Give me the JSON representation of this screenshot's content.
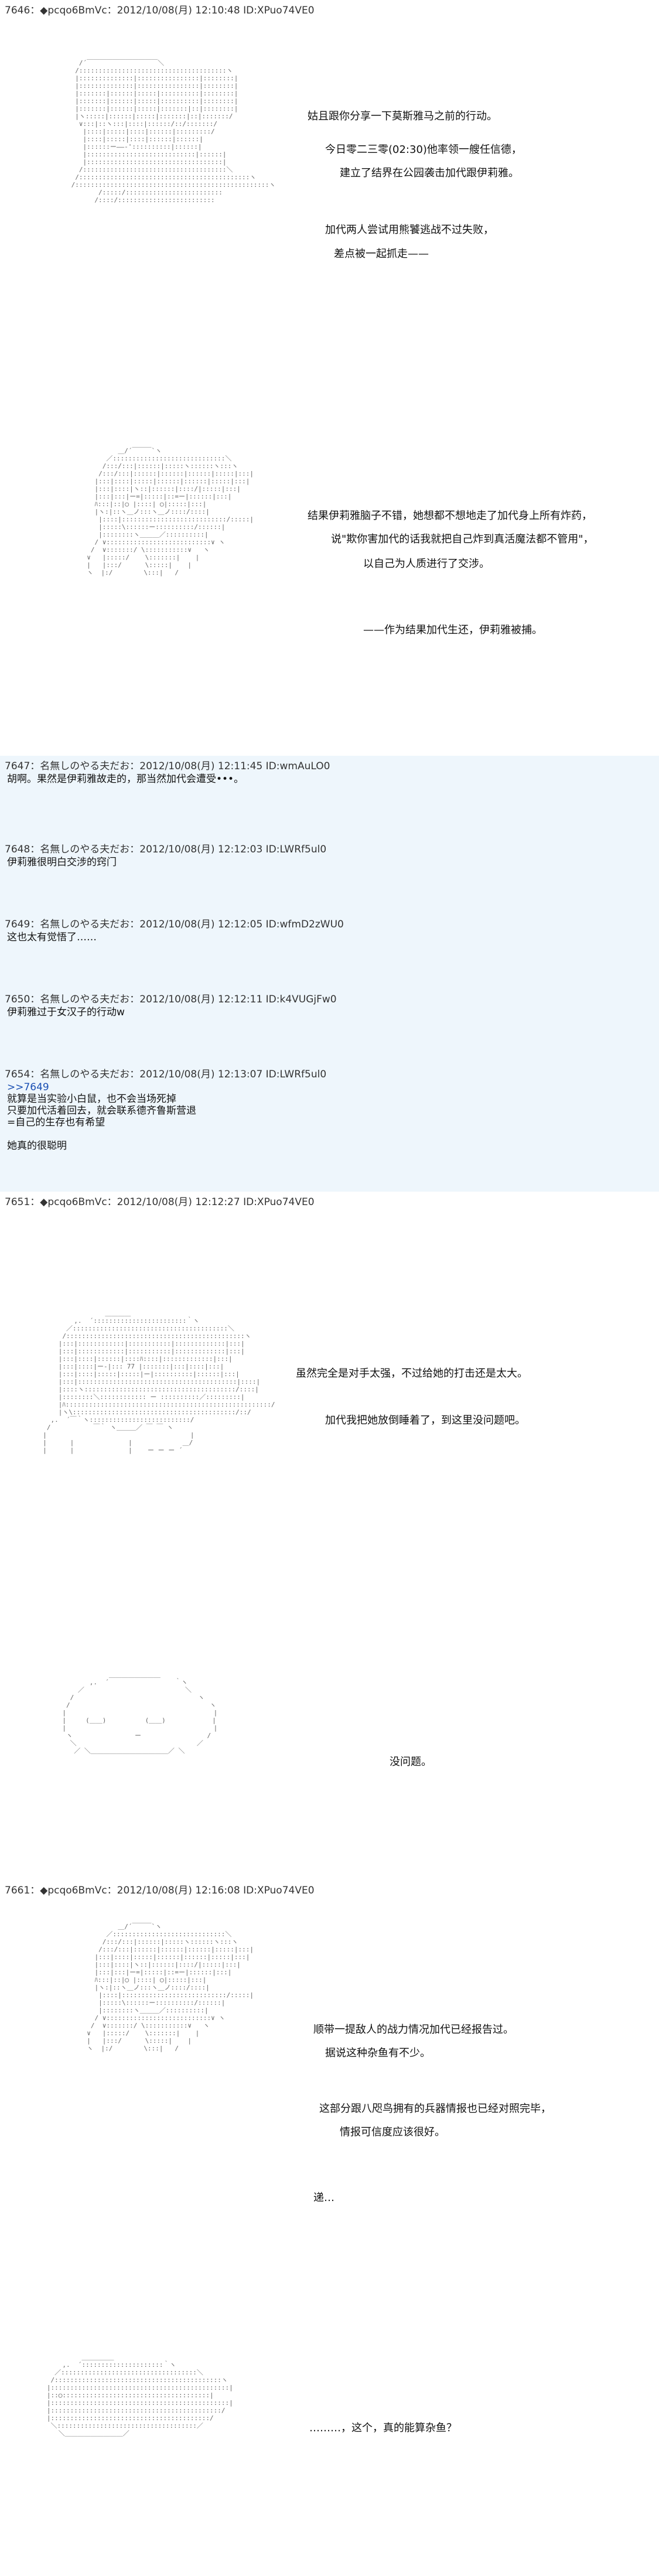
{
  "posts": [
    {
      "header": "7646：◆pcqo6BmVc：2012/10/08(月) 12:10:48 ID:XPuo74VE0",
      "lines": [
        "姑且跟你分享一下莫斯雅马之前的行动。",
        "今日零二三零(02:30)他率领一艘任信德，",
        "建立了结界在公园袭击加代跟伊莉雅。",
        "加代两人尝试用熊饕逃战不过失败，",
        "差点被一起抓走——",
        "结果伊莉雅脑子不错，她想都不想地走了加代身上所有炸药，",
        "说\"欺你害加代的话我就把自己炸到真活魔法都不管用\"，",
        "以自己为人质进行了交涉。",
        "——作为结果加代生还，伊莉雅被捕。"
      ]
    },
    {
      "header": "7647：名無しのやる夫だお：2012/10/08(月) 12:11:45 ID:wmAuLO0",
      "body": "胡啊。果然是伊莉雅故走的，那当然加代会遭受•••。"
    },
    {
      "header": "7648：名無しのやる夫だお：2012/10/08(月) 12:12:03 ID:LWRf5ul0",
      "body": "伊莉雅很明白交涉的窍门"
    },
    {
      "header": "7649：名無しのやる夫だお：2012/10/08(月) 12:12:05 ID:wfmD2zWU0",
      "body": "这也太有觉悟了……"
    },
    {
      "header": "7650：名無しのやる夫だお：2012/10/08(月) 12:12:11 ID:k4VUGjFw0",
      "body": "伊莉雅过于女汉子的行动w"
    },
    {
      "header": "7654：名無しのやる夫だお：2012/10/08(月) 12:13:07 ID:LWRf5ul0",
      "body_lines": [
        ">>7649",
        "就算是当实验小白鼠，也不会当场死掉",
        "只要加代活着回去，就会联系德齐鲁斯营退",
        "=自己的生存也有希望",
        "",
        "她真的很聪明"
      ]
    },
    {
      "header": "7651：◆pcqo6BmVc：2012/10/08(月) 12:12:27 ID:XPuo74VE0",
      "lines": [
        "虽然完全是对手太强，不过给她的打击还是太大。",
        "加代我把她放倒睡着了，到这里没问题吧。",
        "没问题。"
      ]
    },
    {
      "header": "7661：◆pcqo6BmVc：2012/10/08(月) 12:16:08 ID:XPuo74VE0",
      "lines": [
        "顺带一提敌人的战力情况加代已经报告过。",
        "据说这种杂鱼有不少。",
        "这部分跟八咫鸟拥有的兵器情报也已经对照完毕，",
        "情报可信度应该很好。",
        "递…",
        "………，这个，真的能算杂鱼？"
      ]
    }
  ]
}
